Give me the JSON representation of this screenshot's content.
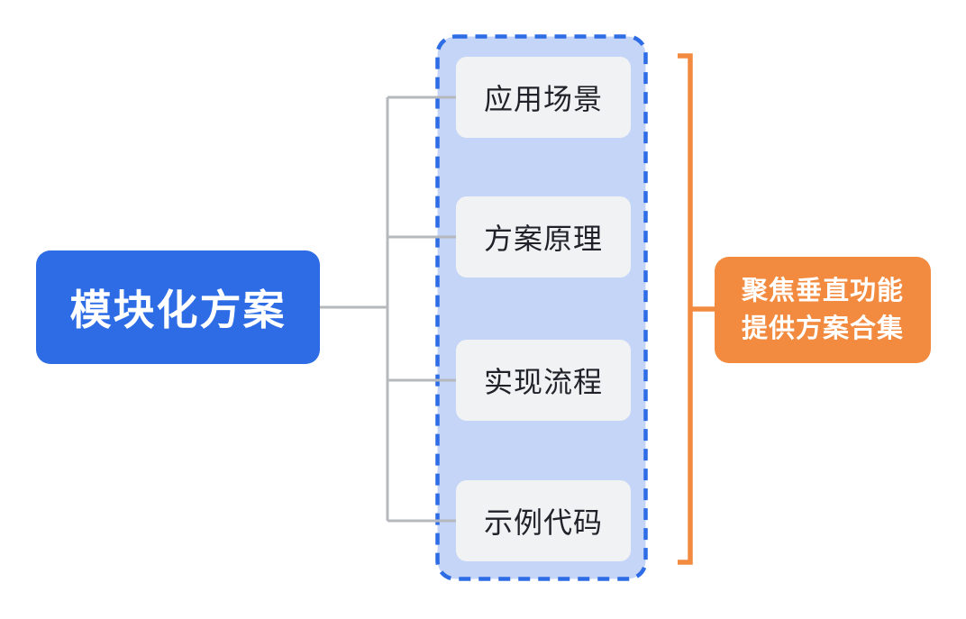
{
  "diagram": {
    "root": {
      "label": "模块化方案"
    },
    "group": {
      "children": [
        {
          "label": "应用场景"
        },
        {
          "label": "方案原理"
        },
        {
          "label": "实现流程"
        },
        {
          "label": "示例代码"
        }
      ]
    },
    "annotation": {
      "line1": "聚焦垂直功能",
      "line2": "提供方案合集"
    },
    "colors": {
      "root_bg": "#2D6CE5",
      "root_text": "#FFFFFF",
      "group_border": "#2D6CE5",
      "group_bg": "#C5D5F8",
      "child_bg": "#F1F2F4",
      "child_text": "#1F2329",
      "connector": "#B5B8BD",
      "bracket": "#F28B40",
      "annotation_bg": "#F28B40",
      "annotation_text": "#FFFFFF"
    }
  }
}
